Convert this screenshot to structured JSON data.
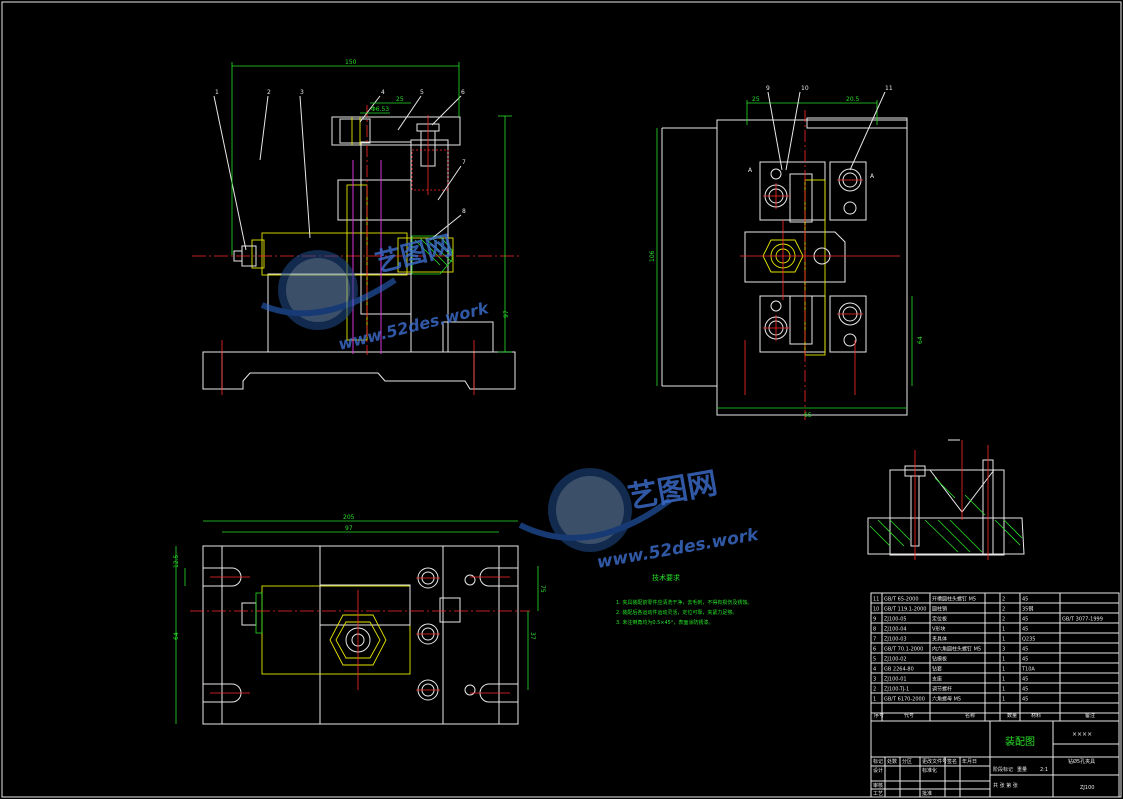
{
  "drawing": {
    "dimensions": {
      "front_width": "150",
      "front_height": "97",
      "dim_25": "25",
      "dim_phi": "Φ6.53",
      "side_top_left": "25",
      "side_top_right": "20.5",
      "side_height": "106",
      "side_64": "64",
      "side_bottom": "65",
      "plan_total": "205",
      "plan_inner": "97",
      "plan_12_5": "12.5",
      "plan_left": "64",
      "plan_right_75": "75",
      "plan_right_37": "37"
    },
    "front_balloons": [
      "1",
      "2",
      "3",
      "4",
      "5",
      "6",
      "7",
      "8"
    ],
    "side_balloons": [
      "9",
      "10",
      "11"
    ],
    "section_labels": [
      "A",
      "A"
    ],
    "tech_title": "技术要求",
    "tech_lines": [
      "1. 夹具装配前零件应清洗干净，去毛刺，不得有损伤及锈蚀。",
      "2. 装配后各运动件运动灵活，定位可靠，夹紧力足够。",
      "3. 未注倒角均为0.5×45°，表面涂防锈漆。"
    ],
    "watermark": {
      "brand": "艺图网",
      "url": "www.52des.work"
    }
  },
  "parts_list": {
    "rows": [
      {
        "no": "11",
        "code": "GB/T 65-2000",
        "name": "开槽圆柱头螺钉 M5",
        "qty": "2",
        "mat": "45",
        "note": ""
      },
      {
        "no": "10",
        "code": "GB/T 119.1-2000",
        "name": "圆柱销",
        "qty": "2",
        "mat": "35钢",
        "note": ""
      },
      {
        "no": "9",
        "code": "ZJ100-05",
        "name": "定位板",
        "qty": "2",
        "mat": "45",
        "note": "GB/T 3077-1999"
      },
      {
        "no": "8",
        "code": "ZJ100-04",
        "name": "V形块",
        "qty": "1",
        "mat": "45",
        "note": ""
      },
      {
        "no": "7",
        "code": "ZJ100-03",
        "name": "夹具体",
        "qty": "1",
        "mat": "Q235",
        "note": ""
      },
      {
        "no": "6",
        "code": "GB/T 70.1-2000",
        "name": "内六角圆柱头螺钉 M5",
        "qty": "3",
        "mat": "45",
        "note": ""
      },
      {
        "no": "5",
        "code": "ZJ100-02",
        "name": "钻模板",
        "qty": "1",
        "mat": "45",
        "note": ""
      },
      {
        "no": "4",
        "code": "GB 2264-80",
        "name": "钻套",
        "qty": "1",
        "mat": "T10A",
        "note": ""
      },
      {
        "no": "3",
        "code": "ZJ100-01",
        "name": "支座",
        "qty": "1",
        "mat": "45",
        "note": ""
      },
      {
        "no": "2",
        "code": "ZJ100-TJ-1",
        "name": "调节螺杆",
        "qty": "1",
        "mat": "45",
        "note": ""
      },
      {
        "no": "1",
        "code": "GB/T 6170-2000",
        "name": "六角螺母 M5",
        "qty": "1",
        "mat": "45",
        "note": ""
      }
    ],
    "headers": {
      "no": "序号",
      "code": "代号",
      "name": "名称",
      "qty": "数量",
      "mat": "材料",
      "note": "备注"
    }
  },
  "title_block": {
    "drawing_name": "装配图",
    "company": "××××",
    "part_name": "钻Ø5孔夹具",
    "drawing_no": "ZJ100",
    "scale": "2:1",
    "labels": {
      "mark": "标记",
      "count": "处数",
      "zone": "分区",
      "change": "更改文件号",
      "sign": "签名",
      "date": "年月日",
      "design": "设计",
      "std": "标准化",
      "audit": "审核",
      "process": "工艺",
      "approve": "批准",
      "stage": "阶段标记",
      "weight": "重量",
      "ratio": "比例",
      "sheets": "共 张 第 张"
    }
  },
  "colors": {
    "background": "#000000",
    "outline": "#e8e8e8",
    "dimension": "#27e027",
    "hidden": "#e6e600",
    "center": "#ff2a2a",
    "highlight": "#d936d9"
  }
}
